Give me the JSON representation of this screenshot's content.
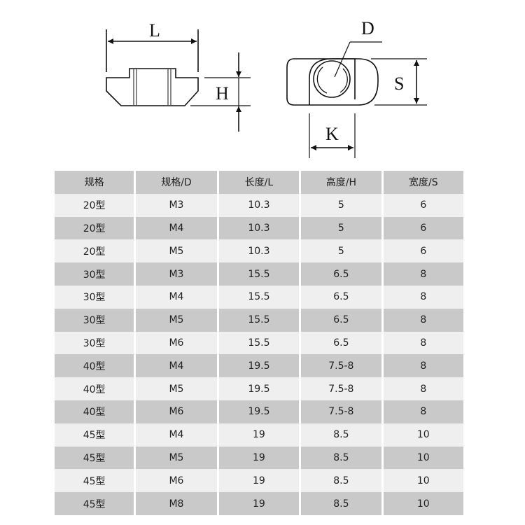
{
  "drawing": {
    "side_view": {
      "length_label": "L",
      "height_label": "H"
    },
    "top_view": {
      "diameter_label": "D",
      "width_label": "S",
      "k_label": "K"
    }
  },
  "table": {
    "headers": [
      "规格",
      "规格/D",
      "长度/L",
      "高度/H",
      "宽度/S"
    ],
    "rows": [
      [
        "20型",
        "M3",
        "10.3",
        "5",
        "6"
      ],
      [
        "20型",
        "M4",
        "10.3",
        "5",
        "6"
      ],
      [
        "20型",
        "M5",
        "10.3",
        "5",
        "6"
      ],
      [
        "30型",
        "M3",
        "15.5",
        "6.5",
        "8"
      ],
      [
        "30型",
        "M4",
        "15.5",
        "6.5",
        "8"
      ],
      [
        "30型",
        "M5",
        "15.5",
        "6.5",
        "8"
      ],
      [
        "30型",
        "M6",
        "15.5",
        "6.5",
        "8"
      ],
      [
        "40型",
        "M4",
        "19.5",
        "7.5-8",
        "8"
      ],
      [
        "40型",
        "M5",
        "19.5",
        "7.5-8",
        "8"
      ],
      [
        "40型",
        "M6",
        "19.5",
        "7.5-8",
        "8"
      ],
      [
        "45型",
        "M4",
        "19",
        "8.5",
        "10"
      ],
      [
        "45型",
        "M5",
        "19",
        "8.5",
        "10"
      ],
      [
        "45型",
        "M6",
        "19",
        "8.5",
        "10"
      ],
      [
        "45型",
        "M8",
        "19",
        "8.5",
        "10"
      ]
    ]
  }
}
